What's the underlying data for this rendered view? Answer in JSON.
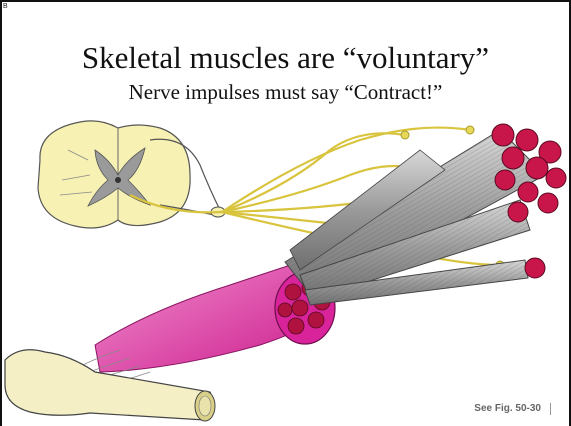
{
  "slide": {
    "corner_mark": "B",
    "title": "Skeletal muscles are “voluntary”",
    "subtitle": "Nerve impulses must say “Contract!”",
    "caption": "See Fig. 50-30"
  },
  "illustration": {
    "subject": "spinal-cord-motor-nerve-to-skeletal-muscle",
    "colors": {
      "spinal_cord": "#f7f2b4",
      "nerve": "#e7d85a",
      "muscle_fiber": "#9a9a9a",
      "fiber_end": "#c8154a",
      "muscle_sheath": "#d9239a",
      "bone": "#f5efc6"
    }
  }
}
